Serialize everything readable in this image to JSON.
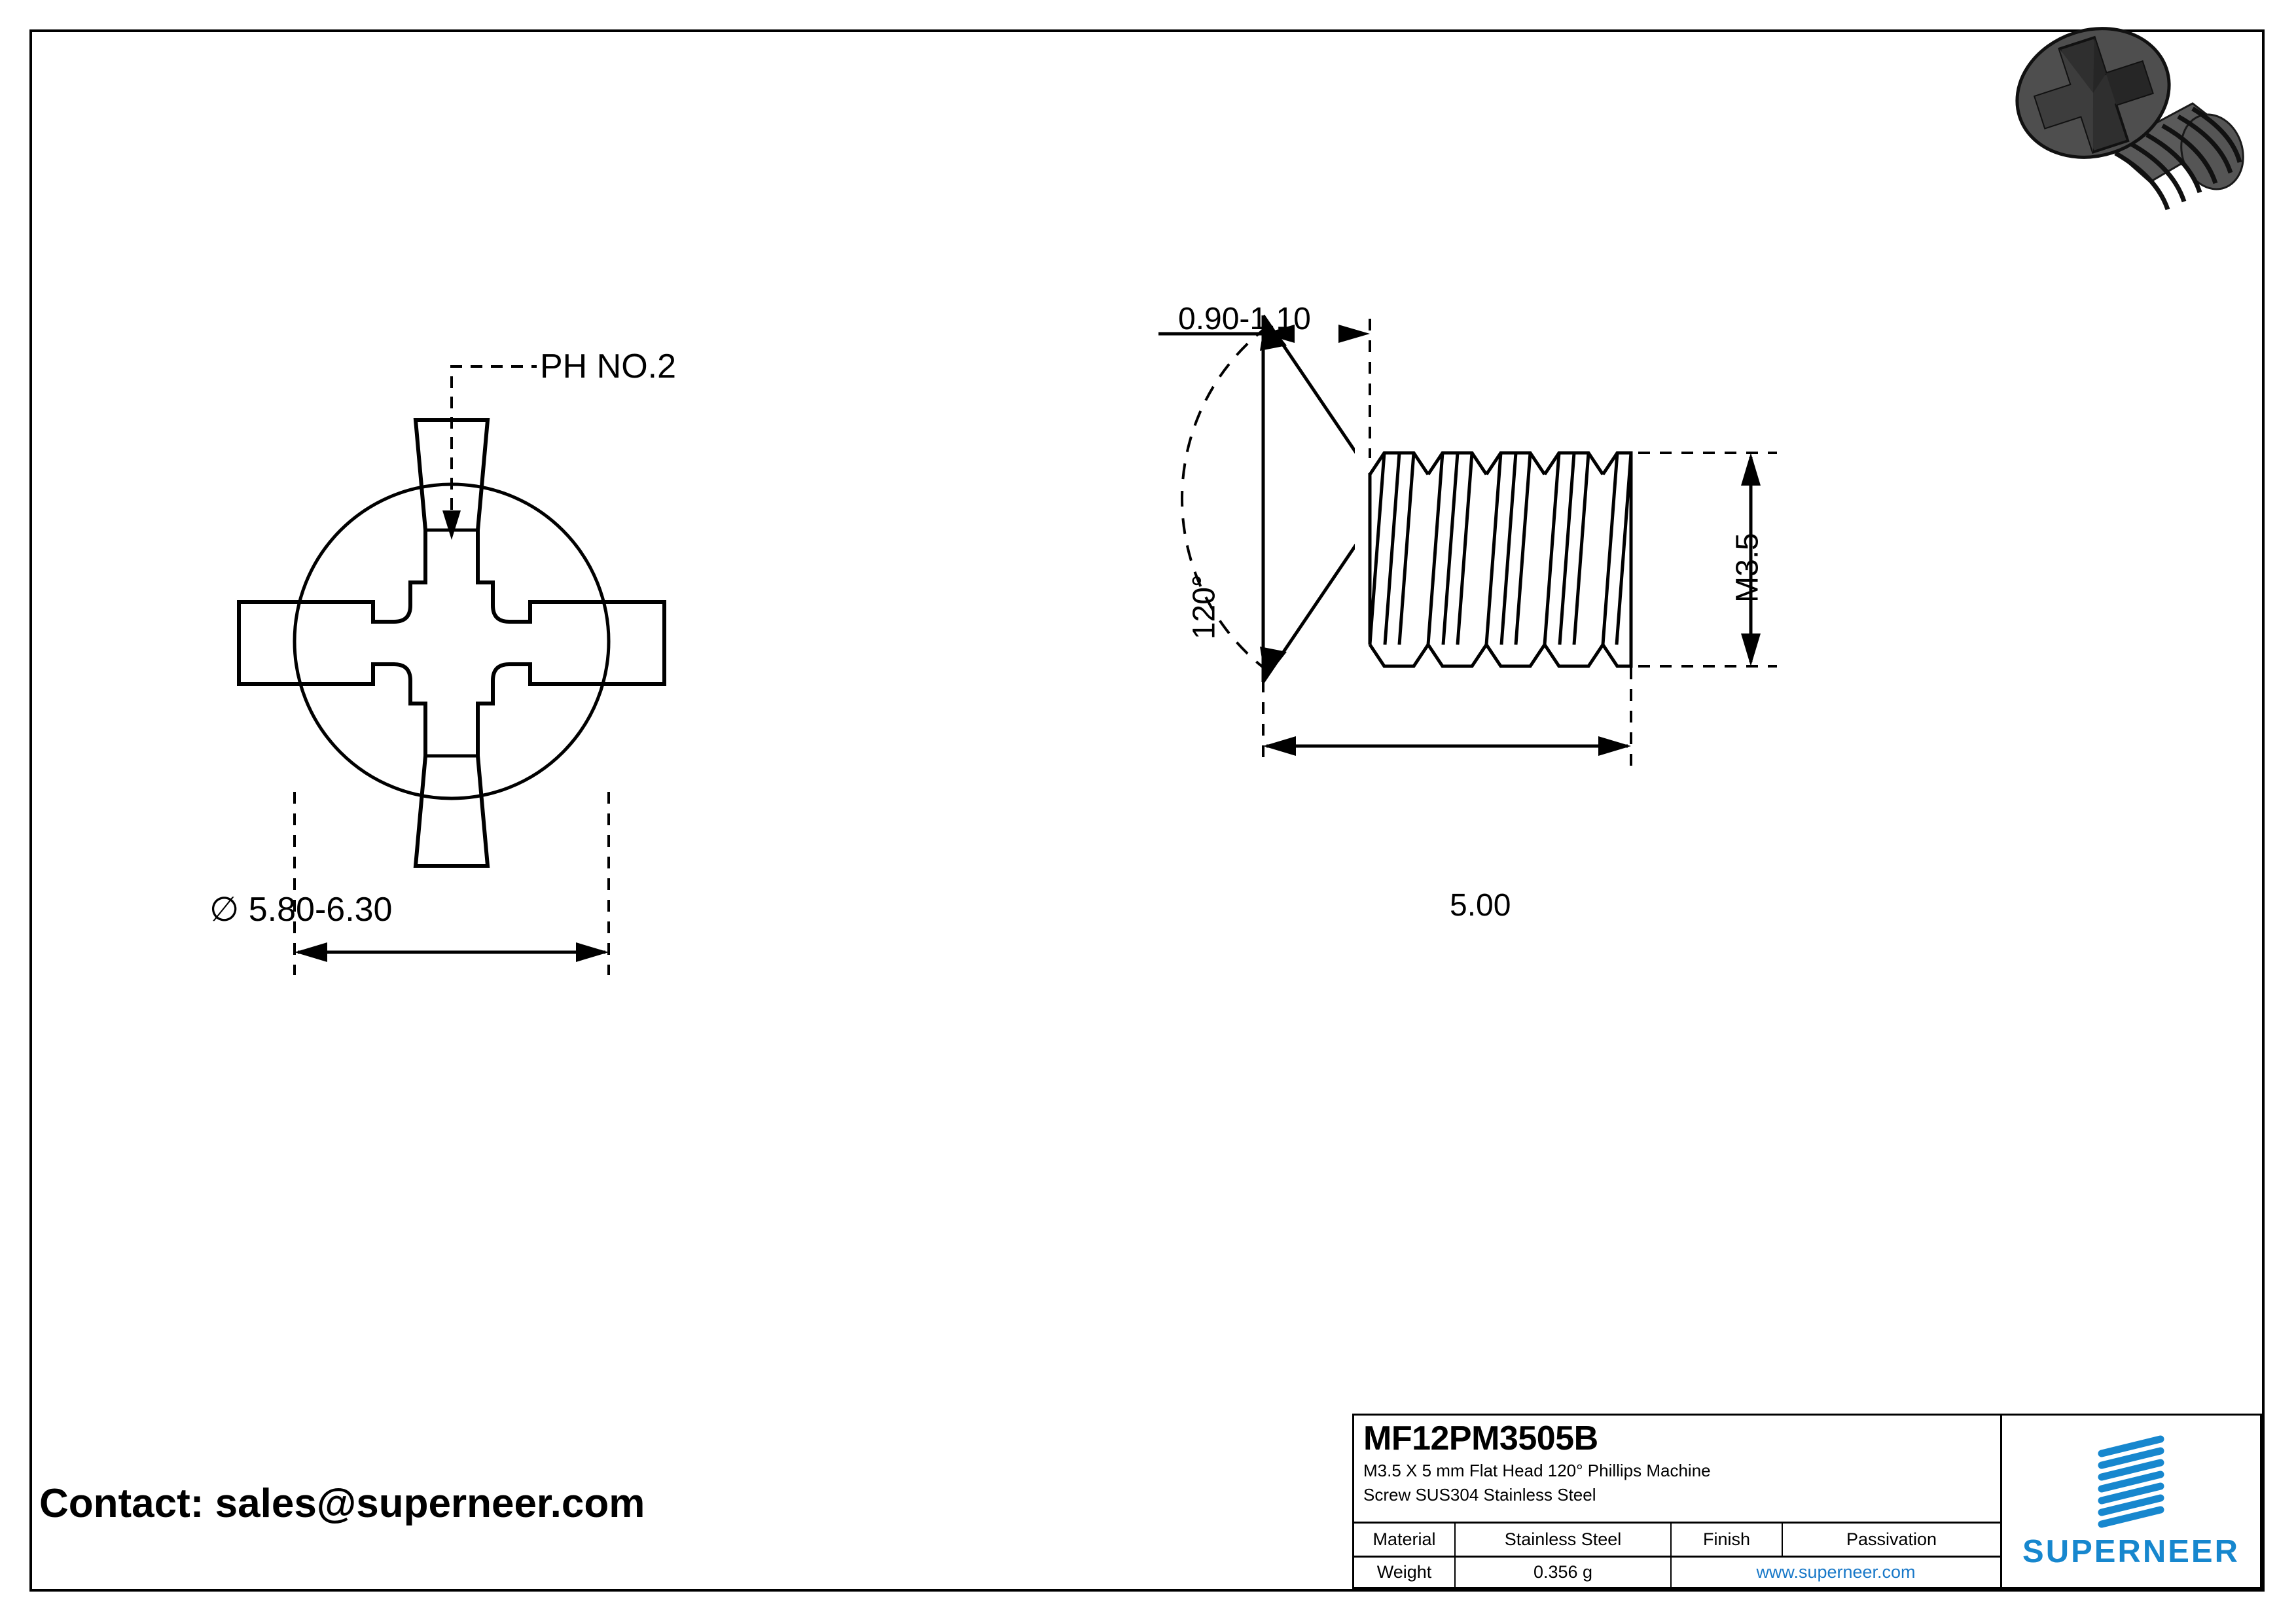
{
  "drawing": {
    "title_code": "MF12PM3505B",
    "description_line1": "M3.5 X 5 mm  Flat Head 120° Phillips Machine",
    "description_line2": "Screw SUS304 Stainless Steel",
    "contact": "Contact: sales@superneer.com",
    "brand": "SUPERNEER",
    "accent_color": "#1787ce",
    "line_color": "#000000"
  },
  "spec_table": {
    "material_label": "Material",
    "material_value": "Stainless Steel",
    "finish_label": "Finish",
    "finish_value": "Passivation",
    "weight_label": "Weight",
    "weight_value": "0.356 g",
    "url": "www.superneer.com"
  },
  "top_view": {
    "drive_callout": "PH NO.2",
    "head_diameter": "∅ 5.80-6.30"
  },
  "side_view": {
    "head_height": "0.90-1.10",
    "head_angle": "120°",
    "thread_size": "M3.5",
    "length": "5.00"
  },
  "icons": {
    "screw_render": "flat-head-phillips-screw-3d",
    "logo_mark": "superneer-stripes-logo"
  }
}
